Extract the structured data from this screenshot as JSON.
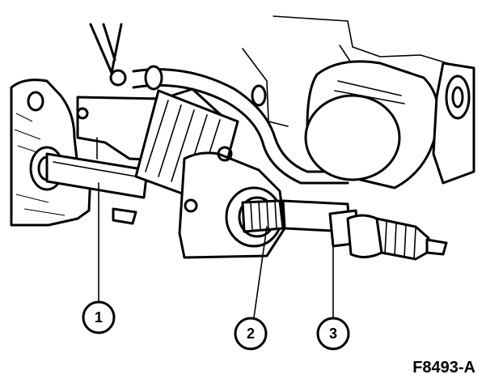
{
  "figure": {
    "id_label": "F8493-A",
    "callouts": [
      {
        "number": "1"
      },
      {
        "number": "2"
      },
      {
        "number": "3"
      }
    ]
  }
}
